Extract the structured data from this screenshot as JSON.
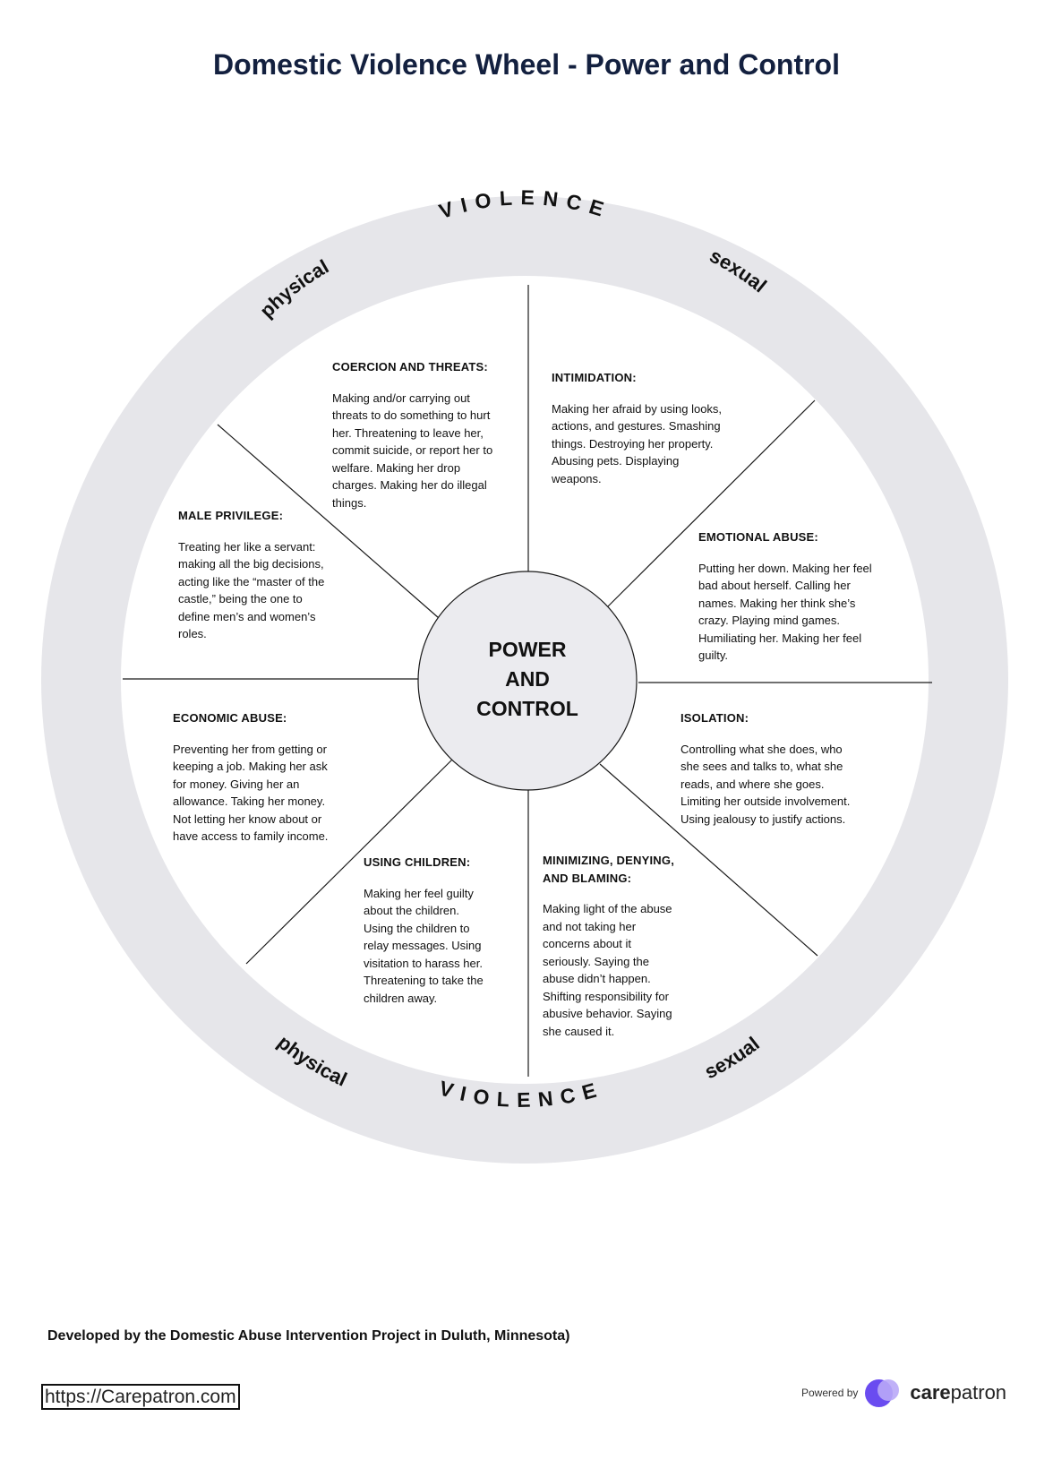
{
  "title": "Domestic Violence Wheel - Power and Control",
  "center": {
    "lines": [
      "POWER",
      "AND",
      "CONTROL"
    ]
  },
  "rim": {
    "top_violence": "VIOLENCE",
    "bottom_violence": "VIOLENCE",
    "top_left": "physical",
    "top_right": "sexual",
    "bottom_left": "physical",
    "bottom_right": "sexual"
  },
  "sections": {
    "coercion": {
      "heading": "COERCION AND THREATS:",
      "body": "Making and/or carrying out\nthreats to do something to hurt\nher. Threatening to leave her,\ncommit suicide, or report her to\nwelfare. Making her drop\ncharges. Making her do illegal\nthings."
    },
    "intimidation": {
      "heading": "INTIMIDATION:",
      "body": "Making her afraid by using looks,\nactions, and gestures. Smashing\nthings. Destroying her property.\nAbusing pets. Displaying\nweapons."
    },
    "emotional": {
      "heading": "EMOTIONAL ABUSE:",
      "body": "Putting her down. Making her feel\nbad about herself. Calling her\nnames. Making her think she’s\ncrazy. Playing mind games.\nHumiliating her. Making her feel\nguilty."
    },
    "isolation": {
      "heading": "ISOLATION:",
      "body": "Controlling what she does, who\nshe sees and talks to, what she\nreads, and where she goes.\nLimiting her outside involvement.\nUsing jealousy to justify actions."
    },
    "minimizing": {
      "heading": "MINIMIZING, DENYING,\nAND BLAMING:",
      "body": "Making light of the abuse\nand not taking her\nconcerns about it\nseriously. Saying the\nabuse didn’t happen.\nShifting responsibility for\nabusive behavior. Saying\nshe caused it."
    },
    "children": {
      "heading": "USING CHILDREN:",
      "body": "Making her feel guilty\nabout the children.\nUsing the children to\nrelay messages. Using\nvisitation to harass her.\nThreatening to take the\nchildren away."
    },
    "economic": {
      "heading": "ECONOMIC ABUSE:",
      "body": "Preventing her from getting or\nkeeping a job. Making her ask\nfor money. Giving her an\nallowance. Taking her money.\nNot letting her know about or\nhave access to family income."
    },
    "privilege": {
      "heading": "MALE PRIVILEGE:",
      "body": "Treating her like a servant:\nmaking all the big decisions,\nacting like the “master of the\ncastle,” being the one to\ndefine men’s and women’s\nroles."
    }
  },
  "footer": {
    "developed_by": "Developed by the Domestic Abuse Intervention Project in Duluth, Minnesota)",
    "url": "https://Carepatron.com",
    "powered_by": "Powered by",
    "brand_bold": "care",
    "brand_rest": "patron"
  },
  "colors": {
    "rim": "#e6e6ea",
    "center": "#ebebef",
    "title": "#13203f",
    "brand": "#6a4cf0"
  }
}
